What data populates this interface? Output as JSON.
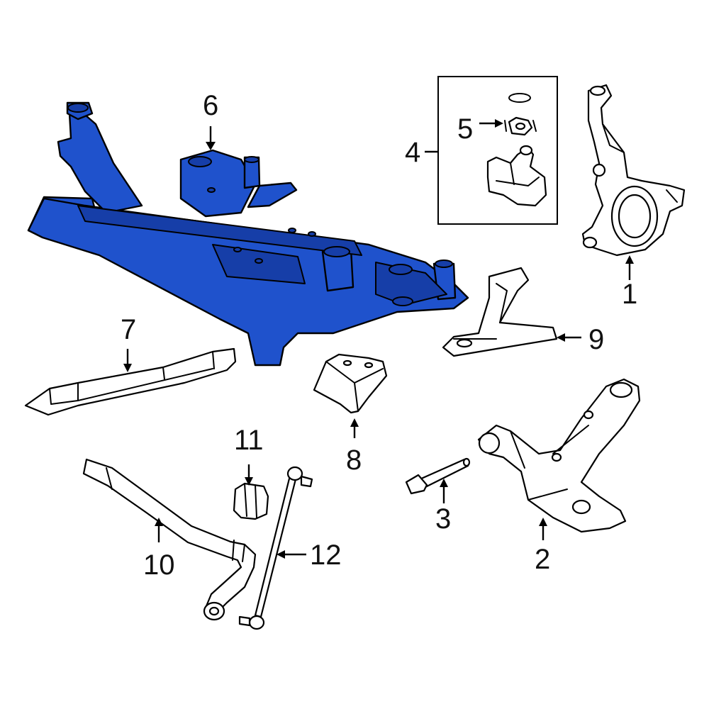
{
  "callouts": {
    "c1": "1",
    "c2": "2",
    "c3": "3",
    "c4": "4",
    "c5": "5",
    "c6": "6",
    "c7": "7",
    "c8": "8",
    "c9": "9",
    "c10": "10",
    "c11": "11",
    "c12": "12"
  },
  "colors": {
    "highlight": "#1f52cc",
    "outline": "#000000",
    "background": "#ffffff"
  }
}
